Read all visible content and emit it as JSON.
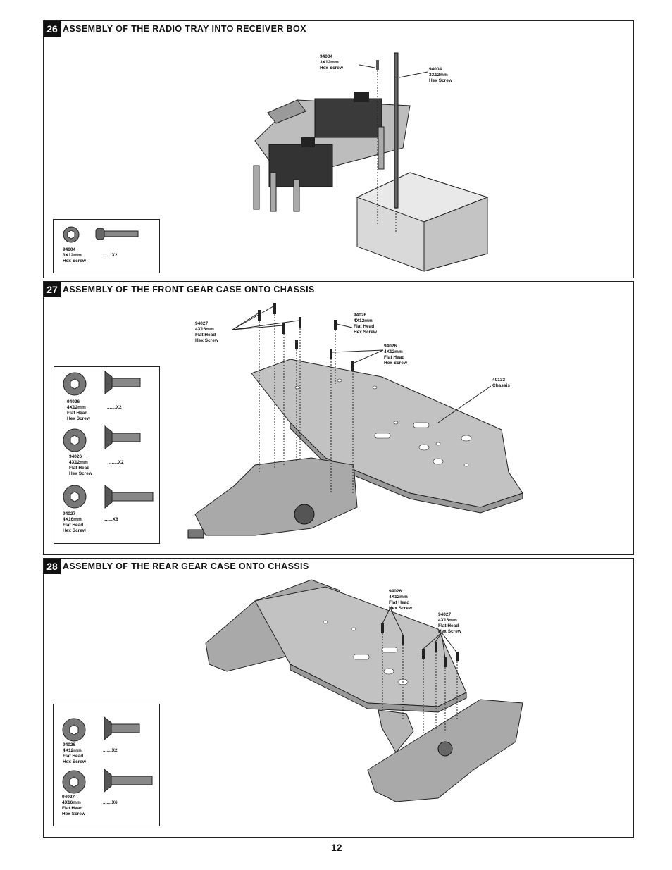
{
  "steps": [
    {
      "number": "26",
      "title": "ASSEMBLY OF THE RADIO TRAY INTO RECEIVER BOX",
      "callouts": [
        {
          "lines": [
            "94004",
            "3X12mm",
            "Hex Screw"
          ]
        },
        {
          "lines": [
            "94004",
            "3X12mm",
            "Hex Screw"
          ]
        }
      ],
      "legend": [
        {
          "part": "94004",
          "size": "3X12mm",
          "desc": [
            "Hex Screw"
          ],
          "qty": ".......X2"
        }
      ]
    },
    {
      "number": "27",
      "title": "ASSEMBLY OF THE  FRONT GEAR CASE ONTO CHASSIS",
      "callouts": [
        {
          "lines": [
            "94027",
            "4X16mm",
            "Flat Head",
            "Hex Screw"
          ]
        },
        {
          "lines": [
            "94026",
            "4X12mm",
            "Flat Head",
            "Hex Screw"
          ]
        },
        {
          "lines": [
            "94026",
            "4X12mm",
            "Flat Head",
            "Hex Screw"
          ]
        },
        {
          "lines": [
            "40133",
            "Chassis"
          ]
        }
      ],
      "legend": [
        {
          "part": "94026",
          "size": "4X12mm",
          "desc": [
            "Flat Head",
            "Hex Screw"
          ],
          "qty": ".......X2"
        },
        {
          "part": "94026",
          "size": "4X12mm",
          "desc": [
            "Flat Head",
            "Hex Screw"
          ],
          "qty": ".......X2"
        },
        {
          "part": "94027",
          "size": "4X16mm",
          "desc": [
            "Flat Head",
            "Hex Screw"
          ],
          "qty": ".......X6"
        }
      ]
    },
    {
      "number": "28",
      "title": "ASSEMBLY OF THE REAR GEAR CASE ONTO CHASSIS",
      "callouts": [
        {
          "lines": [
            "94026",
            "4X12mm",
            "Flat Head",
            "Hex Screw"
          ]
        },
        {
          "lines": [
            "94027",
            "4X16mm",
            "Flat Head",
            "Hex Screw"
          ]
        }
      ],
      "legend": [
        {
          "part": "94026",
          "size": "4X12mm",
          "desc": [
            "Flat Head",
            "Hex Screw"
          ],
          "qty": ".......X2"
        },
        {
          "part": "94027",
          "size": "4X16mm",
          "desc": [
            "Flat Head",
            "Hex Screw"
          ],
          "qty": ".......X6"
        }
      ]
    }
  ],
  "page_number": "12"
}
